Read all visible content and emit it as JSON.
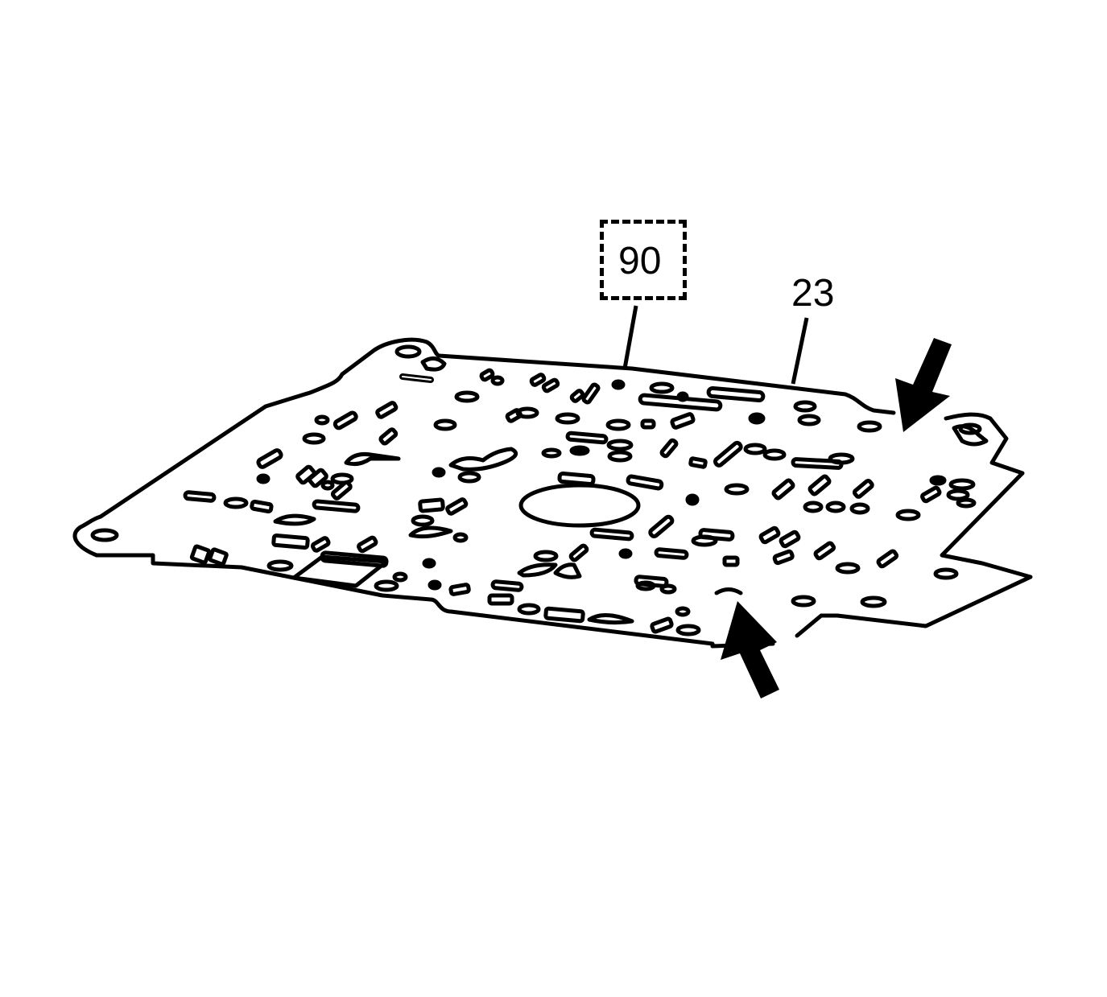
{
  "diagram": {
    "subject": "valve body spacer plate / gasket",
    "callouts": [
      {
        "id": "90",
        "label": "90",
        "style": "dashed-box"
      },
      {
        "id": "23",
        "label": "23",
        "style": "plain"
      }
    ],
    "arrows": [
      {
        "position": "upper-right",
        "direction": "down-left"
      },
      {
        "position": "lower-center-right",
        "direction": "up-left"
      }
    ],
    "colors": {
      "line": "#000000",
      "background": "#ffffff"
    }
  }
}
